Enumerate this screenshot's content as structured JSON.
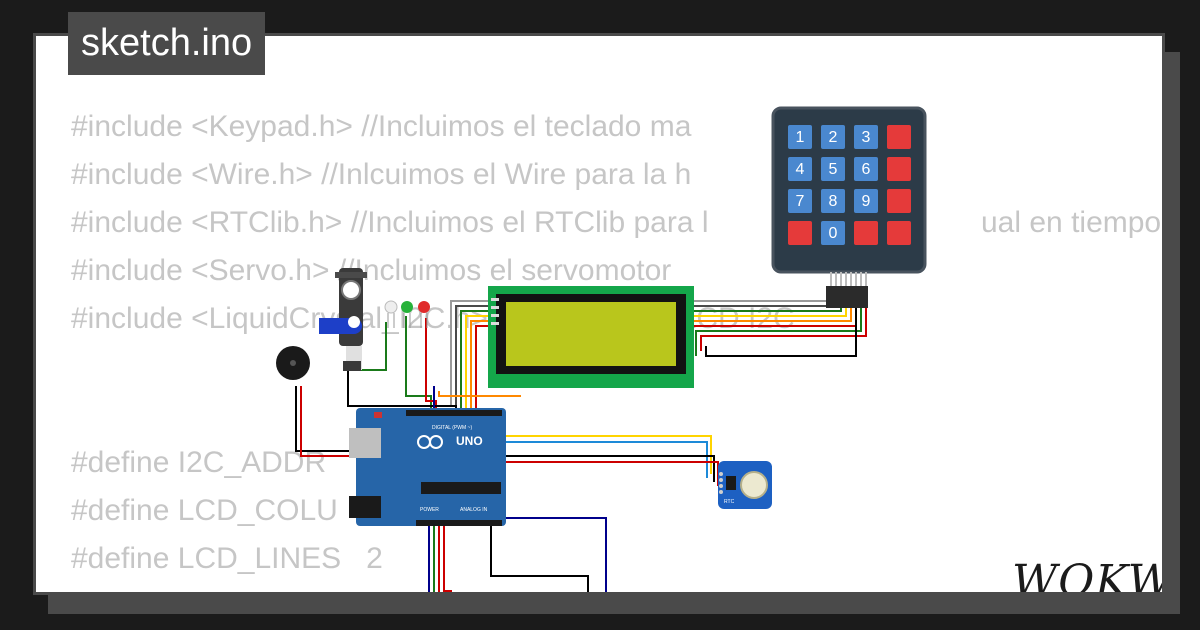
{
  "tab": {
    "title": "sketch.ino"
  },
  "code_lines": [
    "#include <Keypad.h> //Incluimos el teclado ma",
    "#include <Wire.h> //Inlcuimos el Wire para la h",
    "#include <RTClib.h> //Incluimos el RTClib para l",
    "#include <Servo.h> //Incluimos el servomotor",
    "#include <LiquidCrystal_I2C.h> //Incluimos el LCD I2C",
    "",
    "",
    "#define I2C_ADDR",
    "#define LCD_COLU",
    "#define LCD_LINES   2"
  ],
  "code_overflow_fragment": "ual en tiempo",
  "keypad": {
    "keys": [
      "1",
      "2",
      "3",
      "",
      "4",
      "5",
      "6",
      "",
      "7",
      "8",
      "9",
      "",
      "",
      "0",
      "",
      ""
    ]
  },
  "arduino": {
    "label": "UNO",
    "digital_label": "DIGITAL (PWM ~)",
    "power_label": "POWER",
    "analog_label": "ANALOG IN"
  },
  "rtc": {
    "label": "RTC"
  },
  "logo": {
    "text": "WOKWi"
  },
  "colors": {
    "background": "#1b1b1b",
    "frame": "#4a4a4a",
    "card": "#ffffff",
    "code_text": "#c6c6c6",
    "lcd_screen": "#b9c61c",
    "lcd_board": "#14a64a",
    "arduino_board": "#2665a8",
    "keypad_body": "#2c3b48",
    "key_blue": "#4a88cf",
    "key_red": "#e53a3a",
    "rtc_board": "#1d60c2"
  }
}
